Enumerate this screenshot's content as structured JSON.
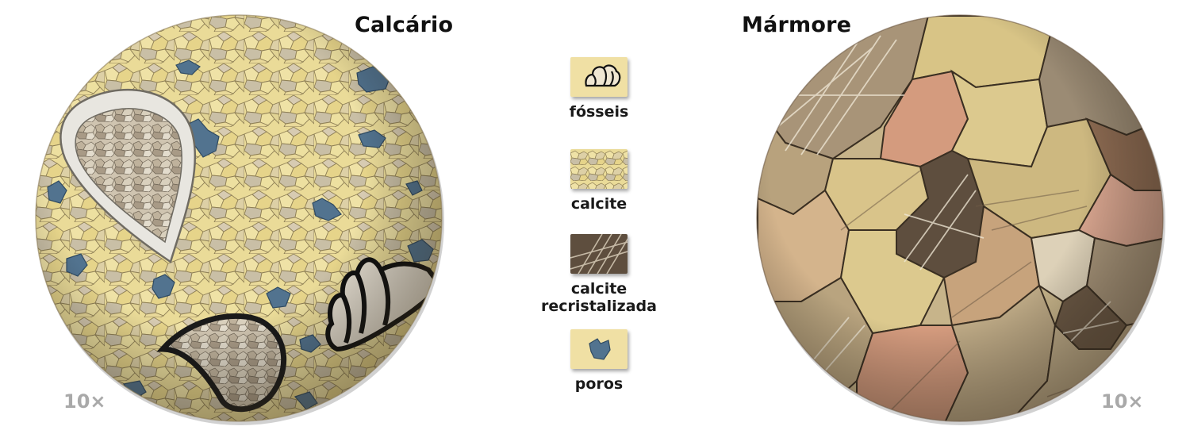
{
  "limestone": {
    "title": "Calcário",
    "magnification": "10×"
  },
  "marble": {
    "title": "Mármore",
    "magnification": "10×"
  },
  "legend": [
    {
      "icon": "fossil-shell-icon",
      "label": "fósseis"
    },
    {
      "icon": "calcite-texture-icon",
      "label": "calcite"
    },
    {
      "icon": "recrystallized-calcite-texture-icon",
      "label": "calcite recristalizada"
    },
    {
      "icon": "pore-icon",
      "label": "poros"
    }
  ],
  "colors": {
    "calcite": "#ecdb95",
    "pore": "#52738f",
    "recrystallized": "#5e4e3e",
    "marble_tan": "#d9c48a",
    "marble_pink": "#d49b7e",
    "marble_brown": "#8d7d66"
  }
}
